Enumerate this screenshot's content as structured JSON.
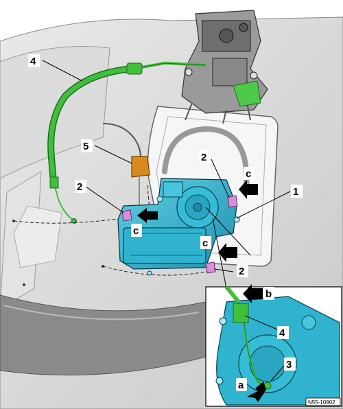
{
  "figure": {
    "reference_code": "N55-10902",
    "callouts": {
      "c1": "1",
      "c2": "2",
      "c3": "3",
      "c4": "4",
      "c5": "5",
      "a": "a",
      "b": "b",
      "c": "c"
    }
  },
  "colors": {
    "actuator_cyan": "#2fb3cf",
    "cable_green": "#3fbf3a",
    "connector_orange": "#d98a1c",
    "clip_pink": "#d58fd6",
    "outline": "#000000",
    "panel_gray": "#d6d6d6",
    "latch_gray": "#777777"
  }
}
